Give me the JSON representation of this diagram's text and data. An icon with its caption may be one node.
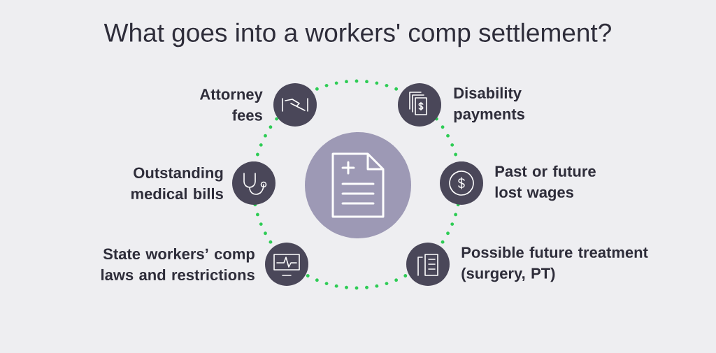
{
  "diagram": {
    "title": "What goes into a workers' comp settlement?",
    "nodes": [
      {
        "text": [],
        "shape": "circle"
      },
      {
        "text": [],
        "shape": "circle",
        "beside": [
          "Attorney fees"
        ]
      },
      {
        "text": [],
        "shape": "circle",
        "beside": [
          "Disability payments"
        ]
      },
      {
        "text": [],
        "shape": "circle",
        "beside": [
          "Outstanding medical bills"
        ]
      },
      {
        "text": [],
        "shape": "circle",
        "beside": [
          "Past or future lost wages"
        ]
      },
      {
        "text": [],
        "shape": "circle",
        "beside": [
          "State workers’ comp laws and restrictions"
        ]
      },
      {
        "text": [],
        "shape": "circle",
        "beside": [
          "Possible future treatment (surgery, PT)"
        ]
      }
    ]
  }
}
